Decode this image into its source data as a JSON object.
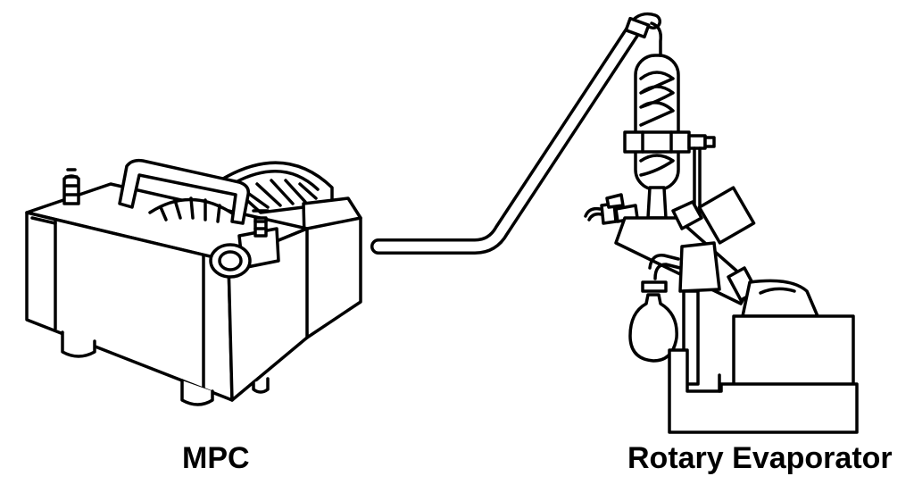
{
  "labels": {
    "pump": "MPC",
    "evaporator": "Rotary Evaporator"
  },
  "components": [
    {
      "id": "diaphragm-pump",
      "label_ref": "pump"
    },
    {
      "id": "vacuum-hose"
    },
    {
      "id": "rotary-evaporator",
      "label_ref": "evaporator"
    }
  ],
  "colors": {
    "line": "#000000",
    "background": "#ffffff"
  }
}
